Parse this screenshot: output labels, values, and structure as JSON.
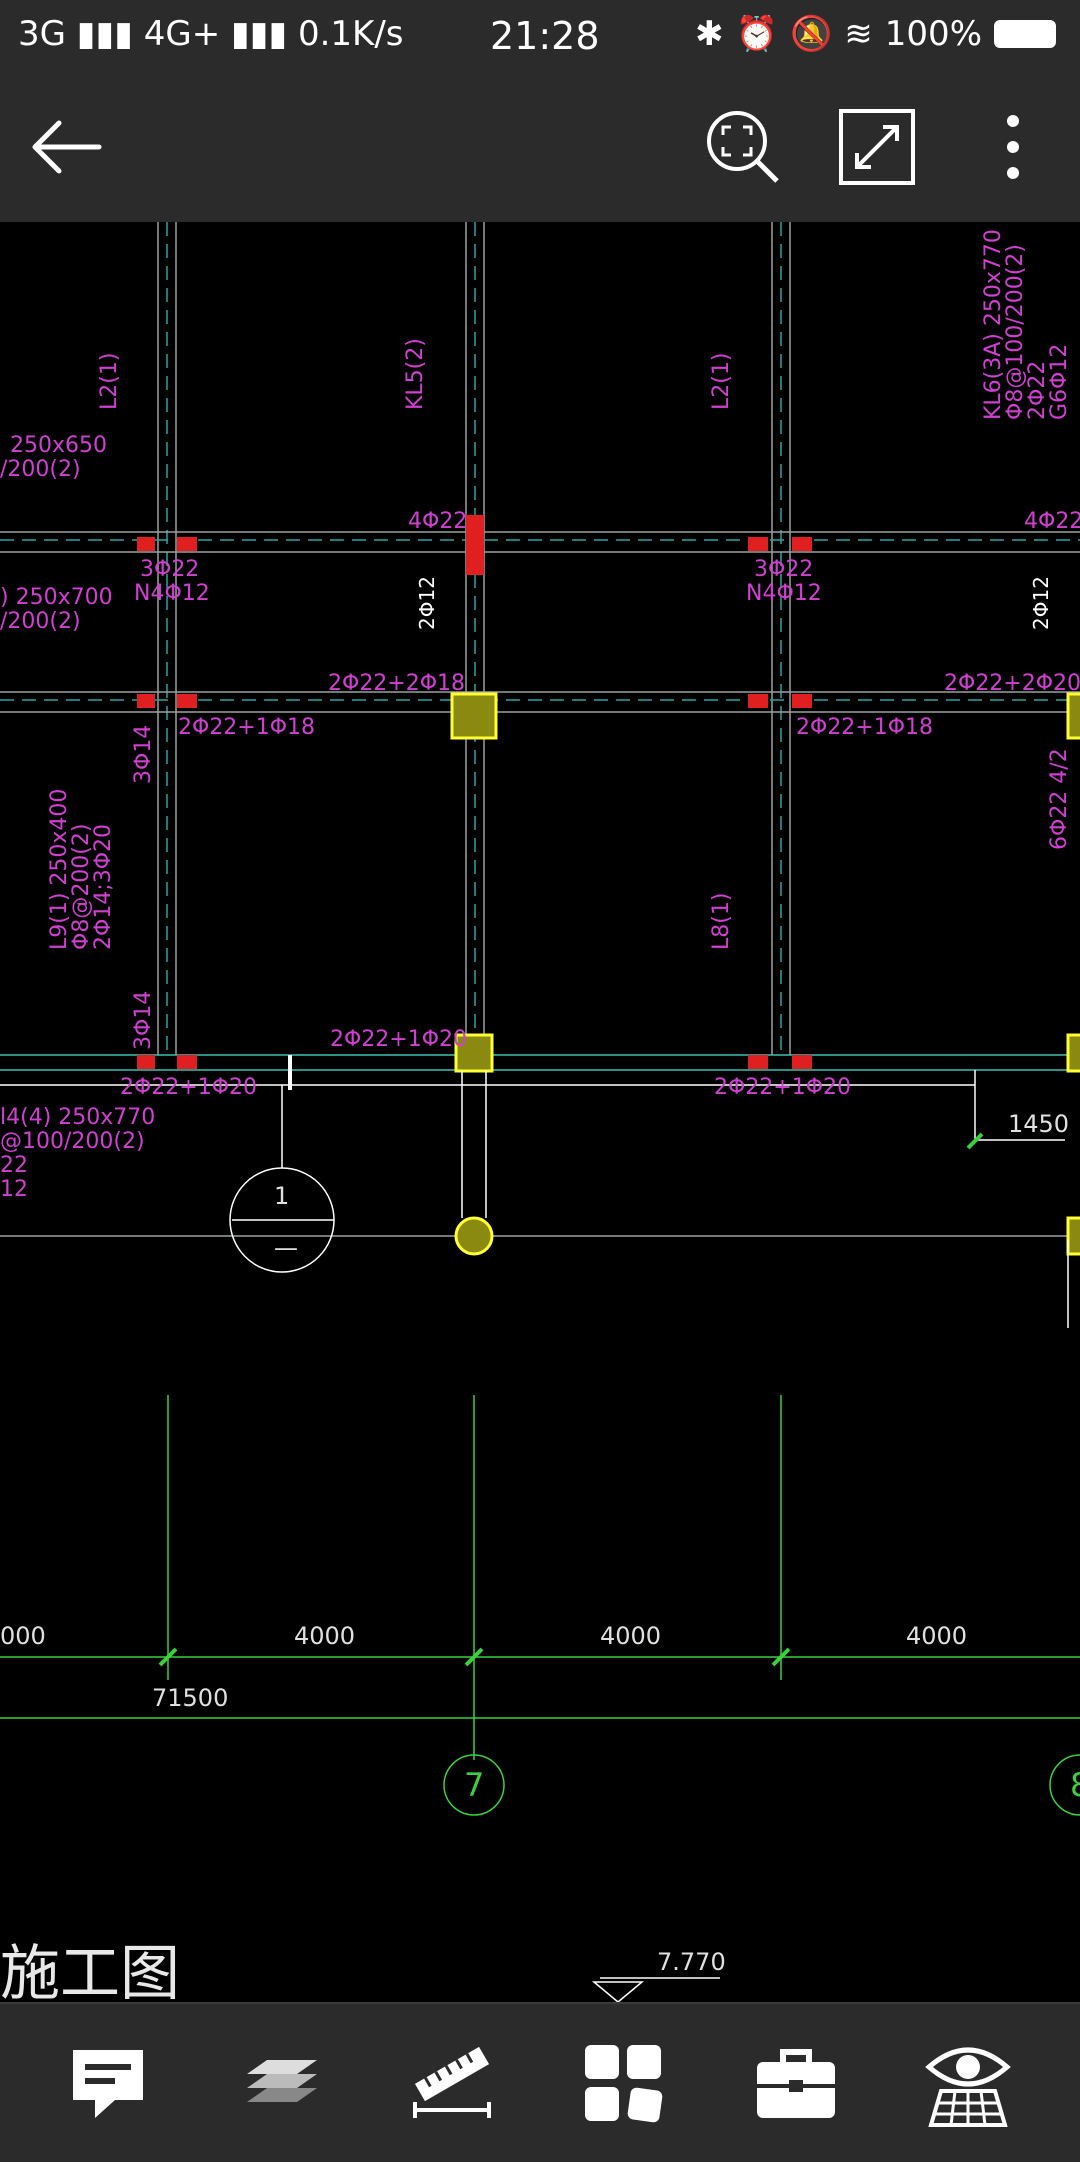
{
  "status_bar": {
    "network": "3G",
    "network2": "4G+",
    "speed": "0.1K/s",
    "time": "21:28",
    "battery": "100%"
  },
  "app_bar": {
    "icons": [
      "back-arrow-icon",
      "zoom-extents-icon",
      "fullscreen-icon",
      "more-vert-icon"
    ]
  },
  "drawing": {
    "labels": {
      "l2_left": "L2(1)",
      "kl5": "KL5(2)",
      "l2_right": "L2(1)",
      "kl6": "KL6(3A) 250x770",
      "kl6_b": "Φ8@100/200(2)",
      "kl6_c": "2Φ22",
      "kl6_d": "G6Φ12",
      "beam_a": "250x650",
      "beam_a2": "/200(2)",
      "beam_b": ") 250x700",
      "beam_b2": "/200(2)",
      "r_3_22_a": "3Φ22",
      "r_n4_a": "N4Φ12",
      "r_3_22_b": "3Φ22",
      "r_n4_b": "N4Φ12",
      "r_4_22_a": "4Φ22",
      "r_4_22_b": "4Φ22",
      "r_2_12_a": "2Φ12",
      "r_2_12_b": "2Φ12",
      "r_2_22_18_top_a": "2Φ22+2Φ18",
      "r_2_22_20_top_b": "2Φ22+2Φ20",
      "r_2_22_1_18_a": "2Φ22+1Φ18",
      "r_2_22_1_18_b": "2Φ22+1Φ18",
      "r_3_14_a": "3Φ14",
      "r_3_14_b": "3Φ14",
      "l9": "L9(1) 250x400",
      "l9_b": "Φ8@200(2)",
      "l9_c": "2Φ14;3Φ20",
      "l8": "L8(1)",
      "r_6_22": "6Φ22 4/2",
      "r_2_22_1_20_a": "2Φ22+1Φ20",
      "r_2_22_1_20_b": "2Φ22+1Φ20",
      "r_2_22_1_20_c": "2Φ22+1Φ20",
      "kl4": "l4(4) 250x770",
      "kl4_b": "@100/200(2)",
      "kl4_c": "22",
      "kl4_d": "12",
      "dim_1450": "1450",
      "section_num": "1",
      "section_den": "—",
      "dim_000": "000",
      "dim_4000_a": "4000",
      "dim_4000_b": "4000",
      "dim_4000_c": "4000",
      "dim_71500": "71500",
      "axis_7": "7",
      "axis_8": "8",
      "title": "施工图",
      "elev": "7.770"
    }
  },
  "toolbar": {
    "tools": [
      "comment-icon",
      "layers-icon",
      "measure-icon",
      "grid-apps-icon",
      "toolbox-icon",
      "view-icon"
    ]
  }
}
